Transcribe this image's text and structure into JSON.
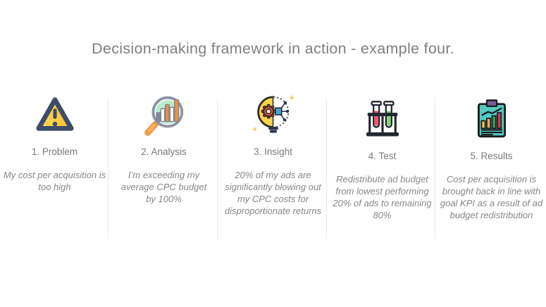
{
  "title": "Decision-making framework in action - example four.",
  "steps": [
    {
      "label": "1. Problem",
      "description": "My cost per acquisition is too high",
      "icon": "warning-triangle-icon"
    },
    {
      "label": "2. Analysis",
      "description": "I’m exceeding my average CPC budget by 100%",
      "icon": "magnifier-bar-chart-icon"
    },
    {
      "label": "3. Insight",
      "description": "20% of my ads are significantly blowing out my CPC costs for disproportionate returns",
      "icon": "lightbulb-circuit-icon"
    },
    {
      "label": "4. Test",
      "description": "Redistribute ad budget from lowest performing 20% of ads to remaining 80%",
      "icon": "test-tubes-icon"
    },
    {
      "label": "5. Results",
      "description": "Cost per acquisition is brought back in line with goal KPI as a result of ad budget redistribution",
      "icon": "report-bar-chart-icon"
    }
  ],
  "colors": {
    "title_text": "#7e8084",
    "label_text": "#77797c",
    "description_text": "#85878a",
    "divider": "#e9eaec",
    "warning_yellow": "#ffce3f",
    "outline_navy": "#3d4d68",
    "lens_mint": "#b9eccd",
    "handle_orange": "#f29c4a",
    "bar_orange": "#f2903d",
    "gear_red": "#e2543f",
    "chip_blue": "#45a6d8",
    "bulb_yellow": "#ffd34d",
    "sparkle_yellow": "#f6c94e",
    "tube_red": "#f4566a",
    "tube_green": "#86d573",
    "stand_dark": "#23272f",
    "clipboard_teal": "#52c9c1",
    "clip_purple": "#7a6094",
    "result_bar_yellow": "#f0c04a",
    "result_bar_orange": "#eda766",
    "result_bar_green": "#2ea05c",
    "result_bar_red": "#d63a52"
  }
}
